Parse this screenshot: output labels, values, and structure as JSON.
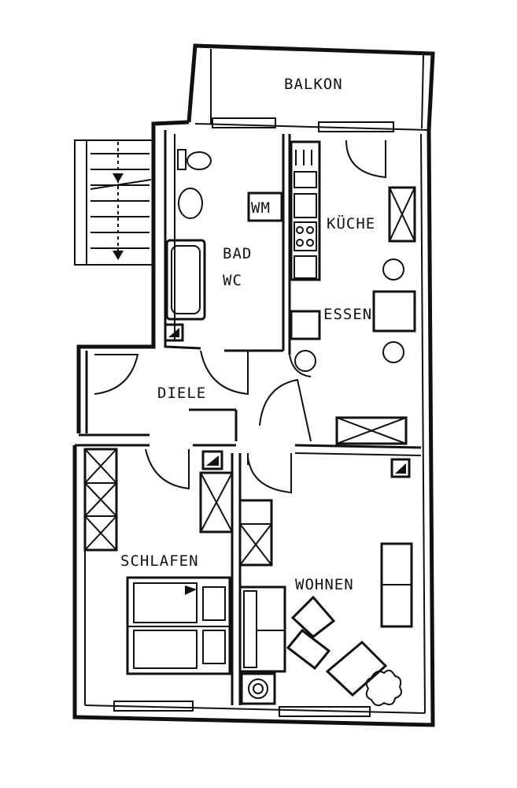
{
  "plan": {
    "rooms": {
      "balkon": "BALKON",
      "bad": "BAD",
      "wc": "WC",
      "wm": "WM",
      "kuche": "KÜCHE",
      "essen": "ESSEN",
      "diele": "DIELE",
      "schlafen": "SCHLAFEN",
      "wohnen": "WOHNEN"
    }
  }
}
